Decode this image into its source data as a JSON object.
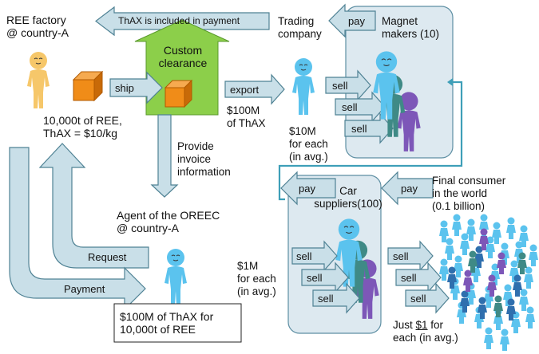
{
  "labels": {
    "ree_factory": "REE factory\n@ country-A",
    "tax_included": "ThAX is included in payment",
    "custom_clearance": "Custom\nclearance",
    "trading_company": "Trading\ncompany",
    "magnet_makers": "Magnet\nmakers (10)",
    "ship": "ship",
    "export": "export",
    "pay_top": "pay",
    "sell": "sell",
    "ree_amount": "10,000t of REE,\nThAX = $10/kg",
    "thax_100m": "$100M\nof ThAX",
    "ten_m_each": "$10M\nfor each\n(in avg.)",
    "provide_invoice": "Provide\ninvoice\ninformation",
    "final_consumer": "Final consumer\nin the world\n(0.1 billion)",
    "pay_car": "pay",
    "car_suppliers": "Car\nsuppliers(100)",
    "pay_consumer": "pay",
    "agent": "Agent of the OREEC\n@ country-A",
    "request": "Request",
    "payment": "Payment",
    "one_m_each": "$1M\nfor each\n(in avg.)",
    "box_text": "$100M of ThAX for\n10,000t of REE",
    "just_prefix": "Just ",
    "just_amount": "$1",
    "just_suffix": " for\neach (in avg.)"
  },
  "colors": {
    "arrow_fill": "#c9dfe8",
    "arrow_stroke": "#4f8294",
    "panel_fill": "#dde9f0",
    "panel_stroke": "#5e8fa3",
    "house_fill": "#8ccf4a",
    "person_blue": "#5bc3ee",
    "person_yellow": "#f6c76a",
    "person_teal": "#3f8a86",
    "person_purple": "#7d57b8",
    "crate": "#f08c18"
  }
}
